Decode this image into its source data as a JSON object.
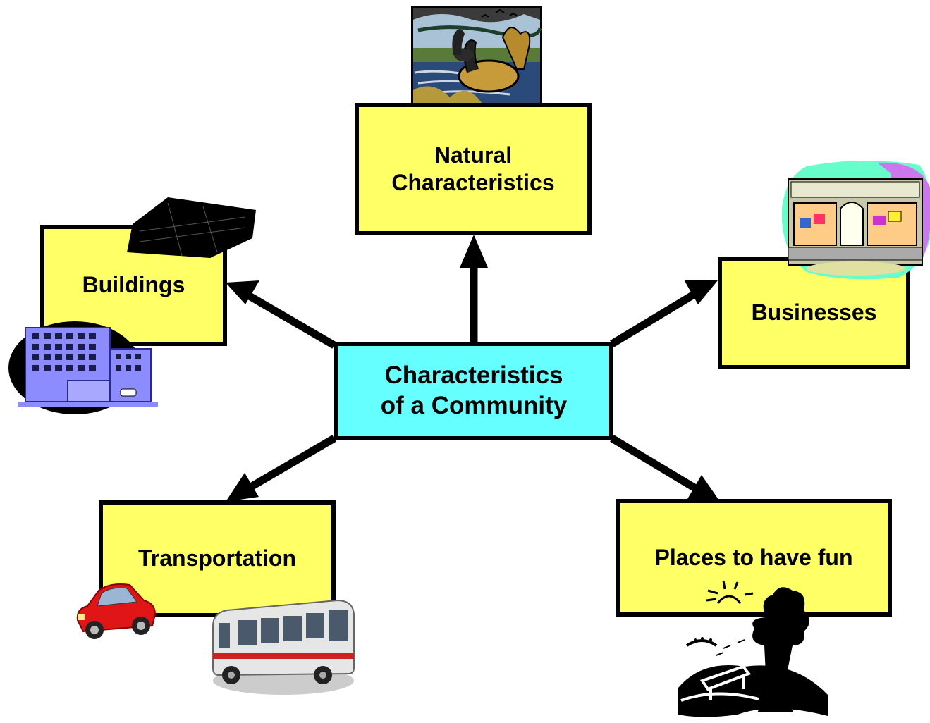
{
  "center": {
    "line1": "Characteristics",
    "line2": "of a Community"
  },
  "nodes": {
    "natural": {
      "line1": "Natural",
      "line2": "Characteristics"
    },
    "buildings": {
      "label": "Buildings"
    },
    "businesses": {
      "label": "Businesses"
    },
    "transportation": {
      "label": "Transportation"
    },
    "fun": {
      "label": "Places to have fun"
    }
  },
  "colors": {
    "center_fill": "#66ffff",
    "node_fill": "#ffff66",
    "stroke": "#000000"
  },
  "icons": [
    "geese-lake-clipart",
    "office-building-clipart",
    "storefront-clipart",
    "red-car-clipart",
    "city-bus-clipart",
    "park-bench-tree-clipart"
  ]
}
